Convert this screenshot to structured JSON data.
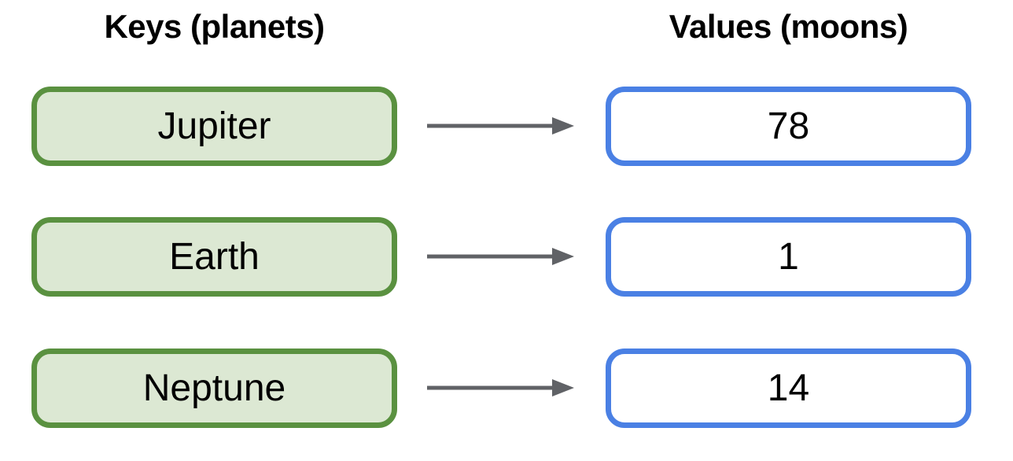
{
  "diagram": {
    "left_column_title": "Keys (planets)",
    "right_column_title": "Values (moons)",
    "rows": [
      {
        "key": "Jupiter",
        "value": "78"
      },
      {
        "key": "Earth",
        "value": "1"
      },
      {
        "key": "Neptune",
        "value": "14"
      }
    ],
    "colors": {
      "key_border": "#5a9140",
      "key_fill": "#dce8d3",
      "value_border": "#4a80e4",
      "value_fill": "#ffffff",
      "arrow": "#606266",
      "text": "#000000",
      "background": "#ffffff"
    },
    "arrow_icon": "right-arrow-icon"
  }
}
